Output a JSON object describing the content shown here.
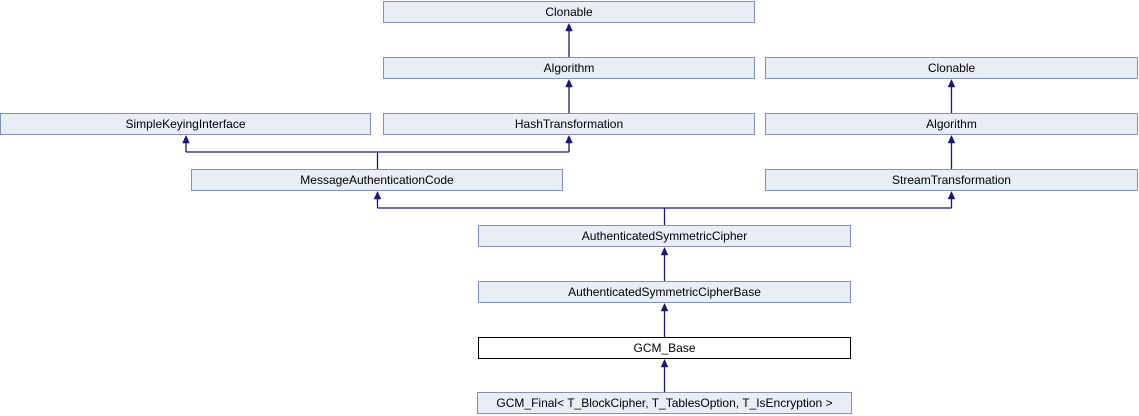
{
  "diagram": {
    "kind": "class-inheritance-graph",
    "colors": {
      "background": "#ffffff",
      "node_fill": "#e8edf6",
      "node_border": "#8090c0",
      "highlight_fill": "#ffffff",
      "highlight_border": "#000000",
      "edge": "#191970",
      "text": "#000000"
    },
    "nodes": [
      {
        "id": "clonable-top",
        "label": "Clonable"
      },
      {
        "id": "algorithm-mid",
        "label": "Algorithm"
      },
      {
        "id": "clonable-right",
        "label": "Clonable"
      },
      {
        "id": "simple-keying-interface",
        "label": "SimpleKeyingInterface"
      },
      {
        "id": "hash-transformation",
        "label": "HashTransformation"
      },
      {
        "id": "algorithm-right",
        "label": "Algorithm"
      },
      {
        "id": "message-authentication-code",
        "label": "MessageAuthenticationCode"
      },
      {
        "id": "stream-transformation",
        "label": "StreamTransformation"
      },
      {
        "id": "authenticated-symmetric-cipher",
        "label": "AuthenticatedSymmetricCipher"
      },
      {
        "id": "authenticated-symmetric-cipher-base",
        "label": "AuthenticatedSymmetricCipherBase"
      },
      {
        "id": "gcm-base",
        "label": "GCM_Base",
        "highlighted": true
      },
      {
        "id": "gcm-final",
        "label": "GCM_Final< T_BlockCipher, T_TablesOption, T_IsEncryption >"
      }
    ],
    "edges": [
      {
        "child": "algorithm-mid",
        "parent": "clonable-top"
      },
      {
        "child": "hash-transformation",
        "parent": "algorithm-mid"
      },
      {
        "child": "algorithm-right",
        "parent": "clonable-right"
      },
      {
        "child": "stream-transformation",
        "parent": "algorithm-right"
      },
      {
        "child": "message-authentication-code",
        "parent": "simple-keying-interface"
      },
      {
        "child": "message-authentication-code",
        "parent": "hash-transformation"
      },
      {
        "child": "authenticated-symmetric-cipher",
        "parent": "message-authentication-code"
      },
      {
        "child": "authenticated-symmetric-cipher",
        "parent": "stream-transformation"
      },
      {
        "child": "authenticated-symmetric-cipher-base",
        "parent": "authenticated-symmetric-cipher"
      },
      {
        "child": "gcm-base",
        "parent": "authenticated-symmetric-cipher-base"
      },
      {
        "child": "gcm-final",
        "parent": "gcm-base"
      }
    ]
  }
}
